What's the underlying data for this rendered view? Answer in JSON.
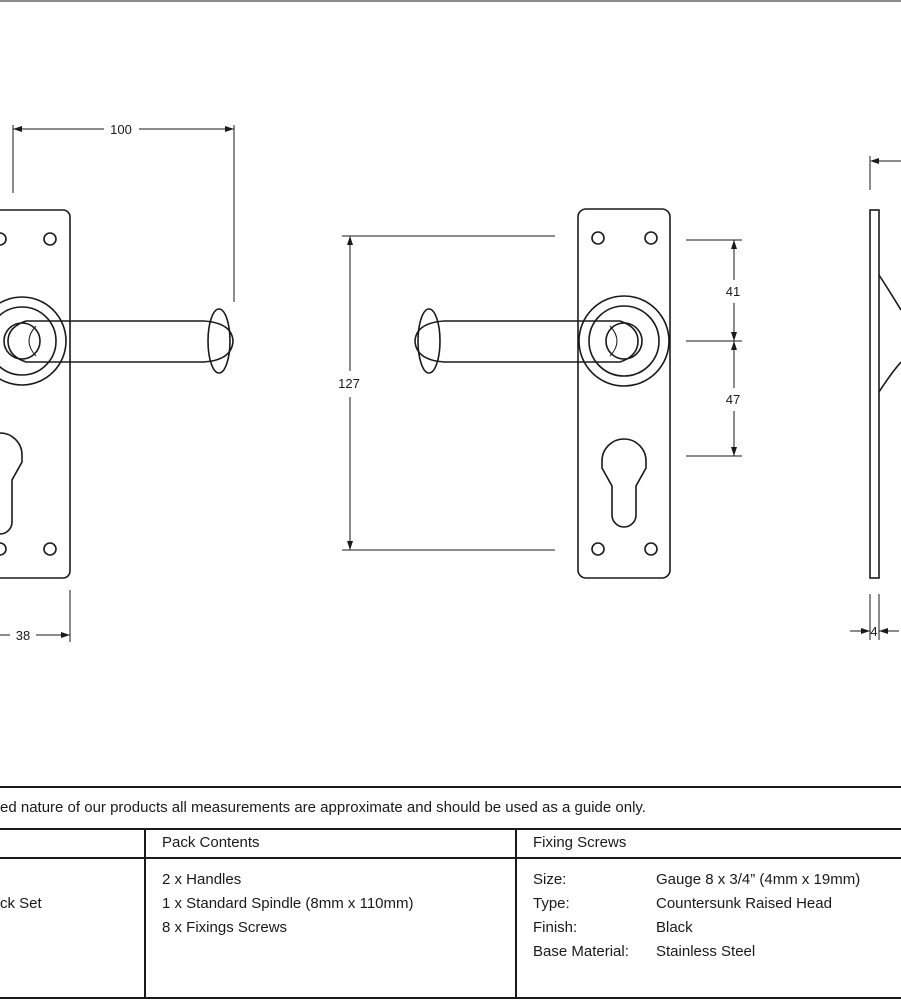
{
  "dimensions": {
    "handle_length": "100",
    "plate_width": "38",
    "fixing_centres": "127",
    "upper_offset": "41",
    "lower_offset": "47",
    "plate_thickness": "4"
  },
  "disclaimer": "ed nature of our products all measurements are approximate and should be used as a guide only.",
  "table": {
    "product_fragment": "ck Set",
    "pack_contents": {
      "header": "Pack Contents",
      "items": [
        "2 x Handles",
        "1 x Standard Spindle (8mm x 110mm)",
        "8 x Fixings Screws"
      ]
    },
    "fixing_screws": {
      "header": "Fixing Screws",
      "rows": [
        {
          "label": "Size:",
          "value": "Gauge 8 x 3/4” (4mm x 19mm)"
        },
        {
          "label": "Type:",
          "value": "Countersunk Raised Head"
        },
        {
          "label": "Finish:",
          "value": "Black"
        },
        {
          "label": "Base Material:",
          "value": "Stainless Steel"
        }
      ]
    }
  }
}
